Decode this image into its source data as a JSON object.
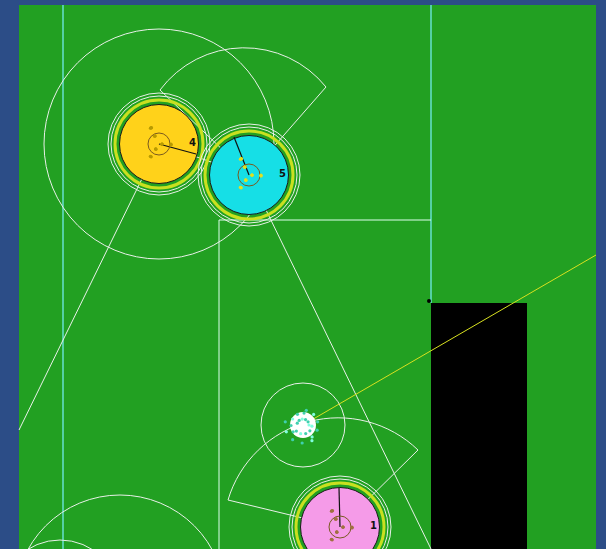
{
  "diagram": {
    "nodes": [
      {
        "text": [
          "4"
        ]
      },
      {
        "text": [
          "5"
        ]
      },
      {
        "text": [
          "1"
        ]
      }
    ]
  }
}
